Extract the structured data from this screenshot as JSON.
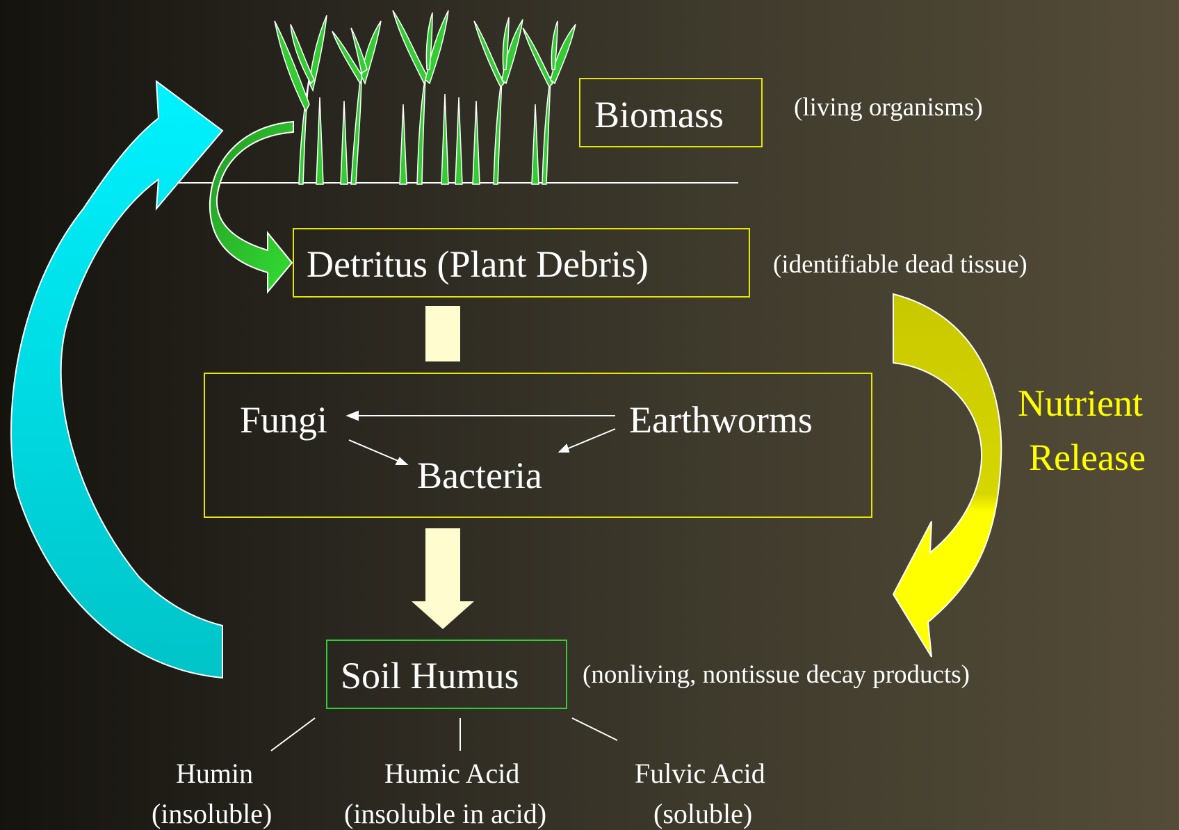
{
  "biomass": {
    "label": "Biomass",
    "note": "(living organisms)"
  },
  "detritus": {
    "label": "Detritus (Plant Debris)",
    "note": "(identifiable dead tissue)"
  },
  "decomposers": {
    "fungi": "Fungi",
    "earthworms": "Earthworms",
    "bacteria": "Bacteria"
  },
  "nutrient_release": {
    "line1": "Nutrient",
    "line2": "Release"
  },
  "soil_humus": {
    "label": "Soil Humus",
    "note": "(nonliving, nontissue decay products)"
  },
  "fractions": [
    {
      "name": "Humin",
      "desc": "(insoluble)"
    },
    {
      "name": "Humic Acid",
      "desc": "(insoluble in acid)"
    },
    {
      "name": "Fulvic Acid",
      "desc": "(soluble)"
    }
  ],
  "colors": {
    "box_border": "#e6e600",
    "humus_border": "#33cc33",
    "cyan_arrow": "#00e5ee",
    "green_arrow": "#2db52d",
    "yellow_arrow": "#ffff00",
    "block_arrow": "#fffdd0",
    "nutrient_text": "#ffff00"
  }
}
